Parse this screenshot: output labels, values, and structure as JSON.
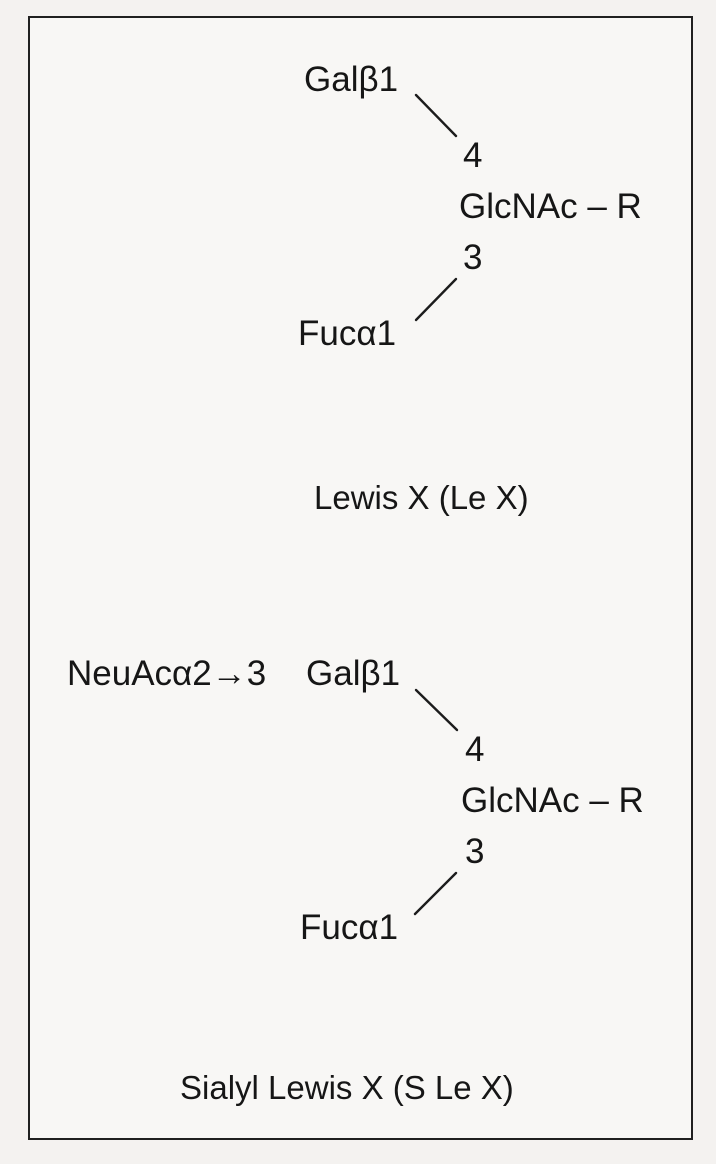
{
  "lewis_x": {
    "gal": "Galβ1",
    "pos4": "4",
    "glcnac": "GlcNAc – R",
    "pos3": "3",
    "fuc": "Fucα1",
    "caption": "Lewis X (Le X)"
  },
  "sialyl_lewis_x": {
    "neuac": "NeuAcα2→3",
    "gal": "Galβ1",
    "pos4": "4",
    "glcnac": "GlcNAc – R",
    "pos3": "3",
    "fuc": "Fucα1",
    "caption": "Sialyl Lewis X (S Le X)"
  },
  "colors": {
    "ink": "#161616",
    "paper": "#f8f7f5",
    "border": "#202020"
  }
}
